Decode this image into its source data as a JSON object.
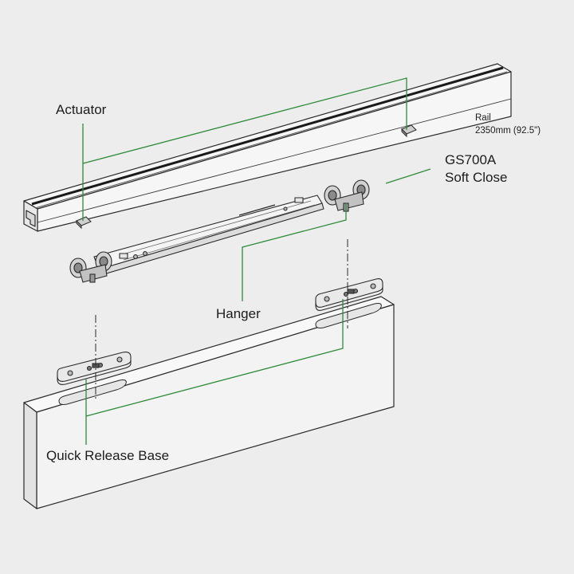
{
  "labels": {
    "actuator": "Actuator",
    "rail_title": "Rail",
    "rail_length": "2350mm (92.5\")",
    "soft_close_model": "GS700A",
    "soft_close_name": "Soft Close",
    "hanger": "Hanger",
    "quick_release_base": "Quick Release Base"
  },
  "colors": {
    "background": "#ededed",
    "outline": "#2a2a2a",
    "leader_line": "#2e8b3a",
    "text": "#1c1c1c"
  }
}
